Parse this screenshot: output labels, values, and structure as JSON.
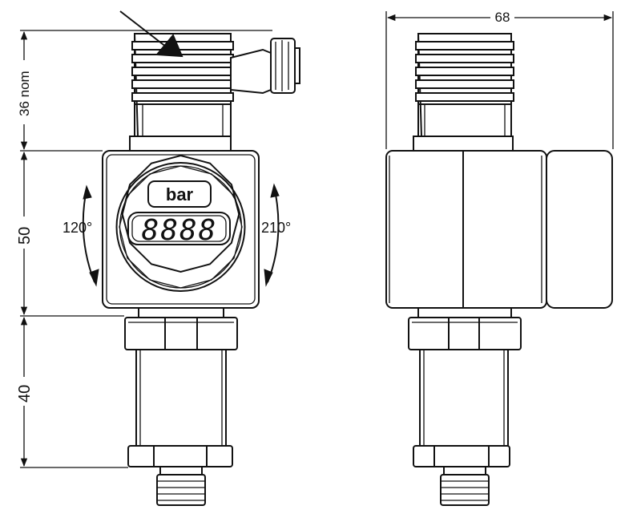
{
  "front_view": {
    "dims": {
      "connector_height": "36 nom",
      "housing_height": "50",
      "fitting_height": "40"
    },
    "rotation_left": "120°",
    "rotation_right": "210°",
    "display": {
      "unit_label": "bar",
      "digits": "8888"
    }
  },
  "side_view": {
    "dims": {
      "width": "68"
    }
  }
}
